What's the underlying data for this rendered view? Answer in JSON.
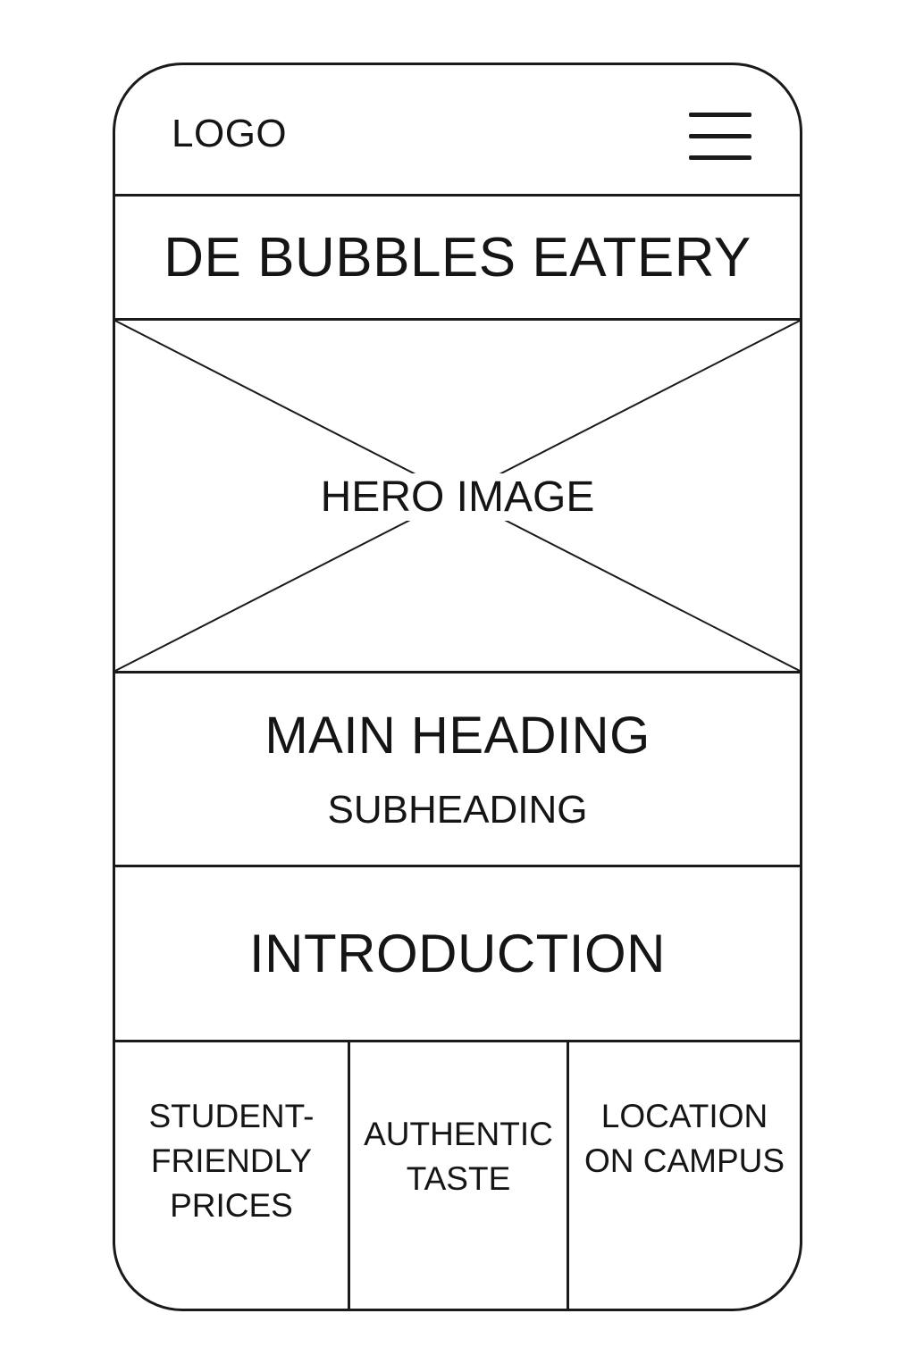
{
  "header": {
    "logo": "LOGO",
    "menu_icon": "hamburger-menu-icon"
  },
  "site_title": "DE BUBBLES EATERY",
  "hero": {
    "label": "HERO IMAGE",
    "placeholder_icon": "image-placeholder-x"
  },
  "headings": {
    "main": "MAIN HEADING",
    "sub": "SUBHEADING"
  },
  "intro": "INTRODUCTION",
  "features": [
    {
      "lines": [
        "STUDENT-",
        "FRIENDLY",
        "PRICES"
      ]
    },
    {
      "lines": [
        "AUTHENTIC",
        "TASTE"
      ]
    },
    {
      "lines": [
        "LOCATION",
        "ON CAMPUS"
      ]
    }
  ],
  "colors": {
    "stroke": "#1a1a1a",
    "background": "#ffffff"
  }
}
